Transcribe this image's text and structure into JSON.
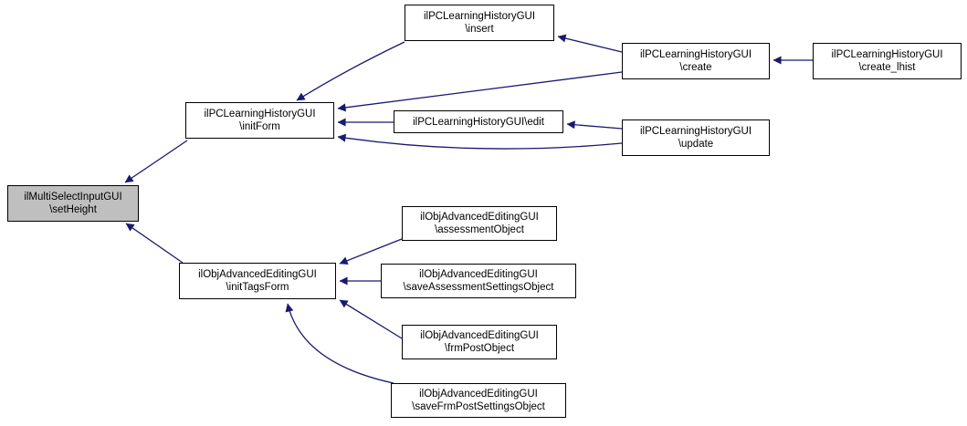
{
  "diagram": {
    "kind": "caller-graph",
    "edge_color": "#191970",
    "node_fill": "#ffffff",
    "highlight_fill": "#bfbfbf",
    "border_color": "#000000"
  },
  "nodes": {
    "setHeight": {
      "line1": "ilMultiSelectInputGUI",
      "line2": "\\setHeight",
      "highlighted": true
    },
    "initForm": {
      "line1": "ilPCLearningHistoryGUI",
      "line2": "\\initForm"
    },
    "insert": {
      "line1": "ilPCLearningHistoryGUI",
      "line2": "\\insert"
    },
    "create": {
      "line1": "ilPCLearningHistoryGUI",
      "line2": "\\create"
    },
    "create_lhist": {
      "line1": "ilPCLearningHistoryGUI",
      "line2": "\\create_lhist"
    },
    "edit": {
      "line1": "ilPCLearningHistoryGUI\\edit"
    },
    "update": {
      "line1": "ilPCLearningHistoryGUI",
      "line2": "\\update"
    },
    "initTagsForm": {
      "line1": "ilObjAdvancedEditingGUI",
      "line2": "\\initTagsForm"
    },
    "assessmentObject": {
      "line1": "ilObjAdvancedEditingGUI",
      "line2": "\\assessmentObject"
    },
    "saveAssessmentSettingsObject": {
      "line1": "ilObjAdvancedEditingGUI",
      "line2": "\\saveAssessmentSettingsObject"
    },
    "frmPostObject": {
      "line1": "ilObjAdvancedEditingGUI",
      "line2": "\\frmPostObject"
    },
    "saveFrmPostSettingsObject": {
      "line1": "ilObjAdvancedEditingGUI",
      "line2": "\\saveFrmPostSettingsObject"
    }
  },
  "edges": [
    {
      "from": "initForm",
      "to": "setHeight"
    },
    {
      "from": "initTagsForm",
      "to": "setHeight"
    },
    {
      "from": "insert",
      "to": "initForm"
    },
    {
      "from": "create",
      "to": "insert"
    },
    {
      "from": "create",
      "to": "initForm"
    },
    {
      "from": "create_lhist",
      "to": "create"
    },
    {
      "from": "edit",
      "to": "initForm"
    },
    {
      "from": "update",
      "to": "edit"
    },
    {
      "from": "update",
      "to": "initForm"
    },
    {
      "from": "assessmentObject",
      "to": "initTagsForm"
    },
    {
      "from": "saveAssessmentSettingsObject",
      "to": "initTagsForm"
    },
    {
      "from": "frmPostObject",
      "to": "initTagsForm"
    },
    {
      "from": "saveFrmPostSettingsObject",
      "to": "initTagsForm"
    }
  ]
}
